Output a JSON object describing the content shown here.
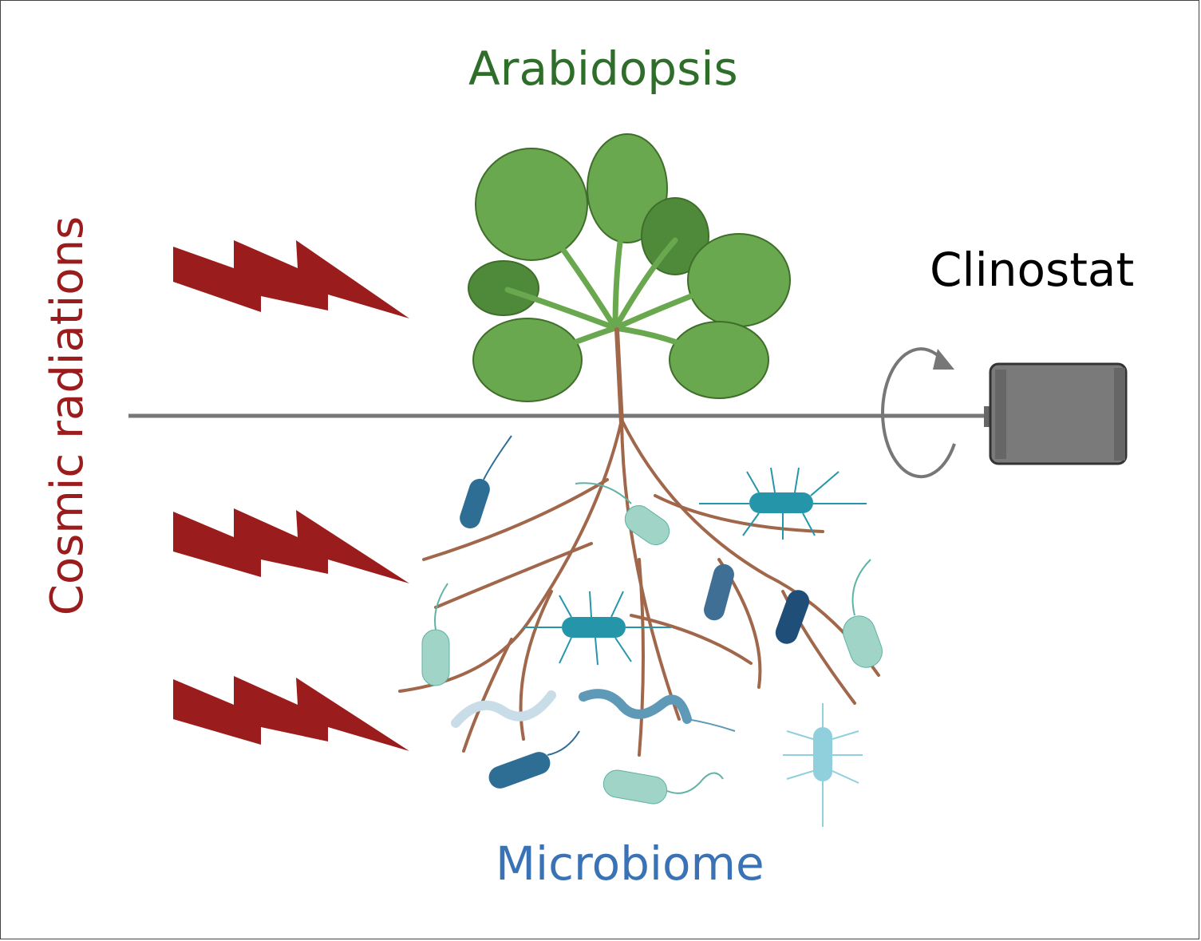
{
  "labels": {
    "plant": "Arabidopsis",
    "device": "Clinostat",
    "microbes": "Microbiome",
    "radiation": "Cosmic radiations"
  },
  "colors": {
    "radiation": "#9b1c1c",
    "leaf": "#6aa84f",
    "leaf_dark": "#4f8a3a",
    "root": "#a0674b",
    "axis": "#777777",
    "device": "#777777",
    "bacteria_dark": "#2f6e94",
    "bacteria_teal": "#2596aa",
    "bacteria_light": "#9fd4c6"
  },
  "icons": [
    "lightning-bolt-icon",
    "rotation-arrow-icon",
    "motor-cylinder-icon",
    "plant-icon",
    "bacterium-icon"
  ]
}
